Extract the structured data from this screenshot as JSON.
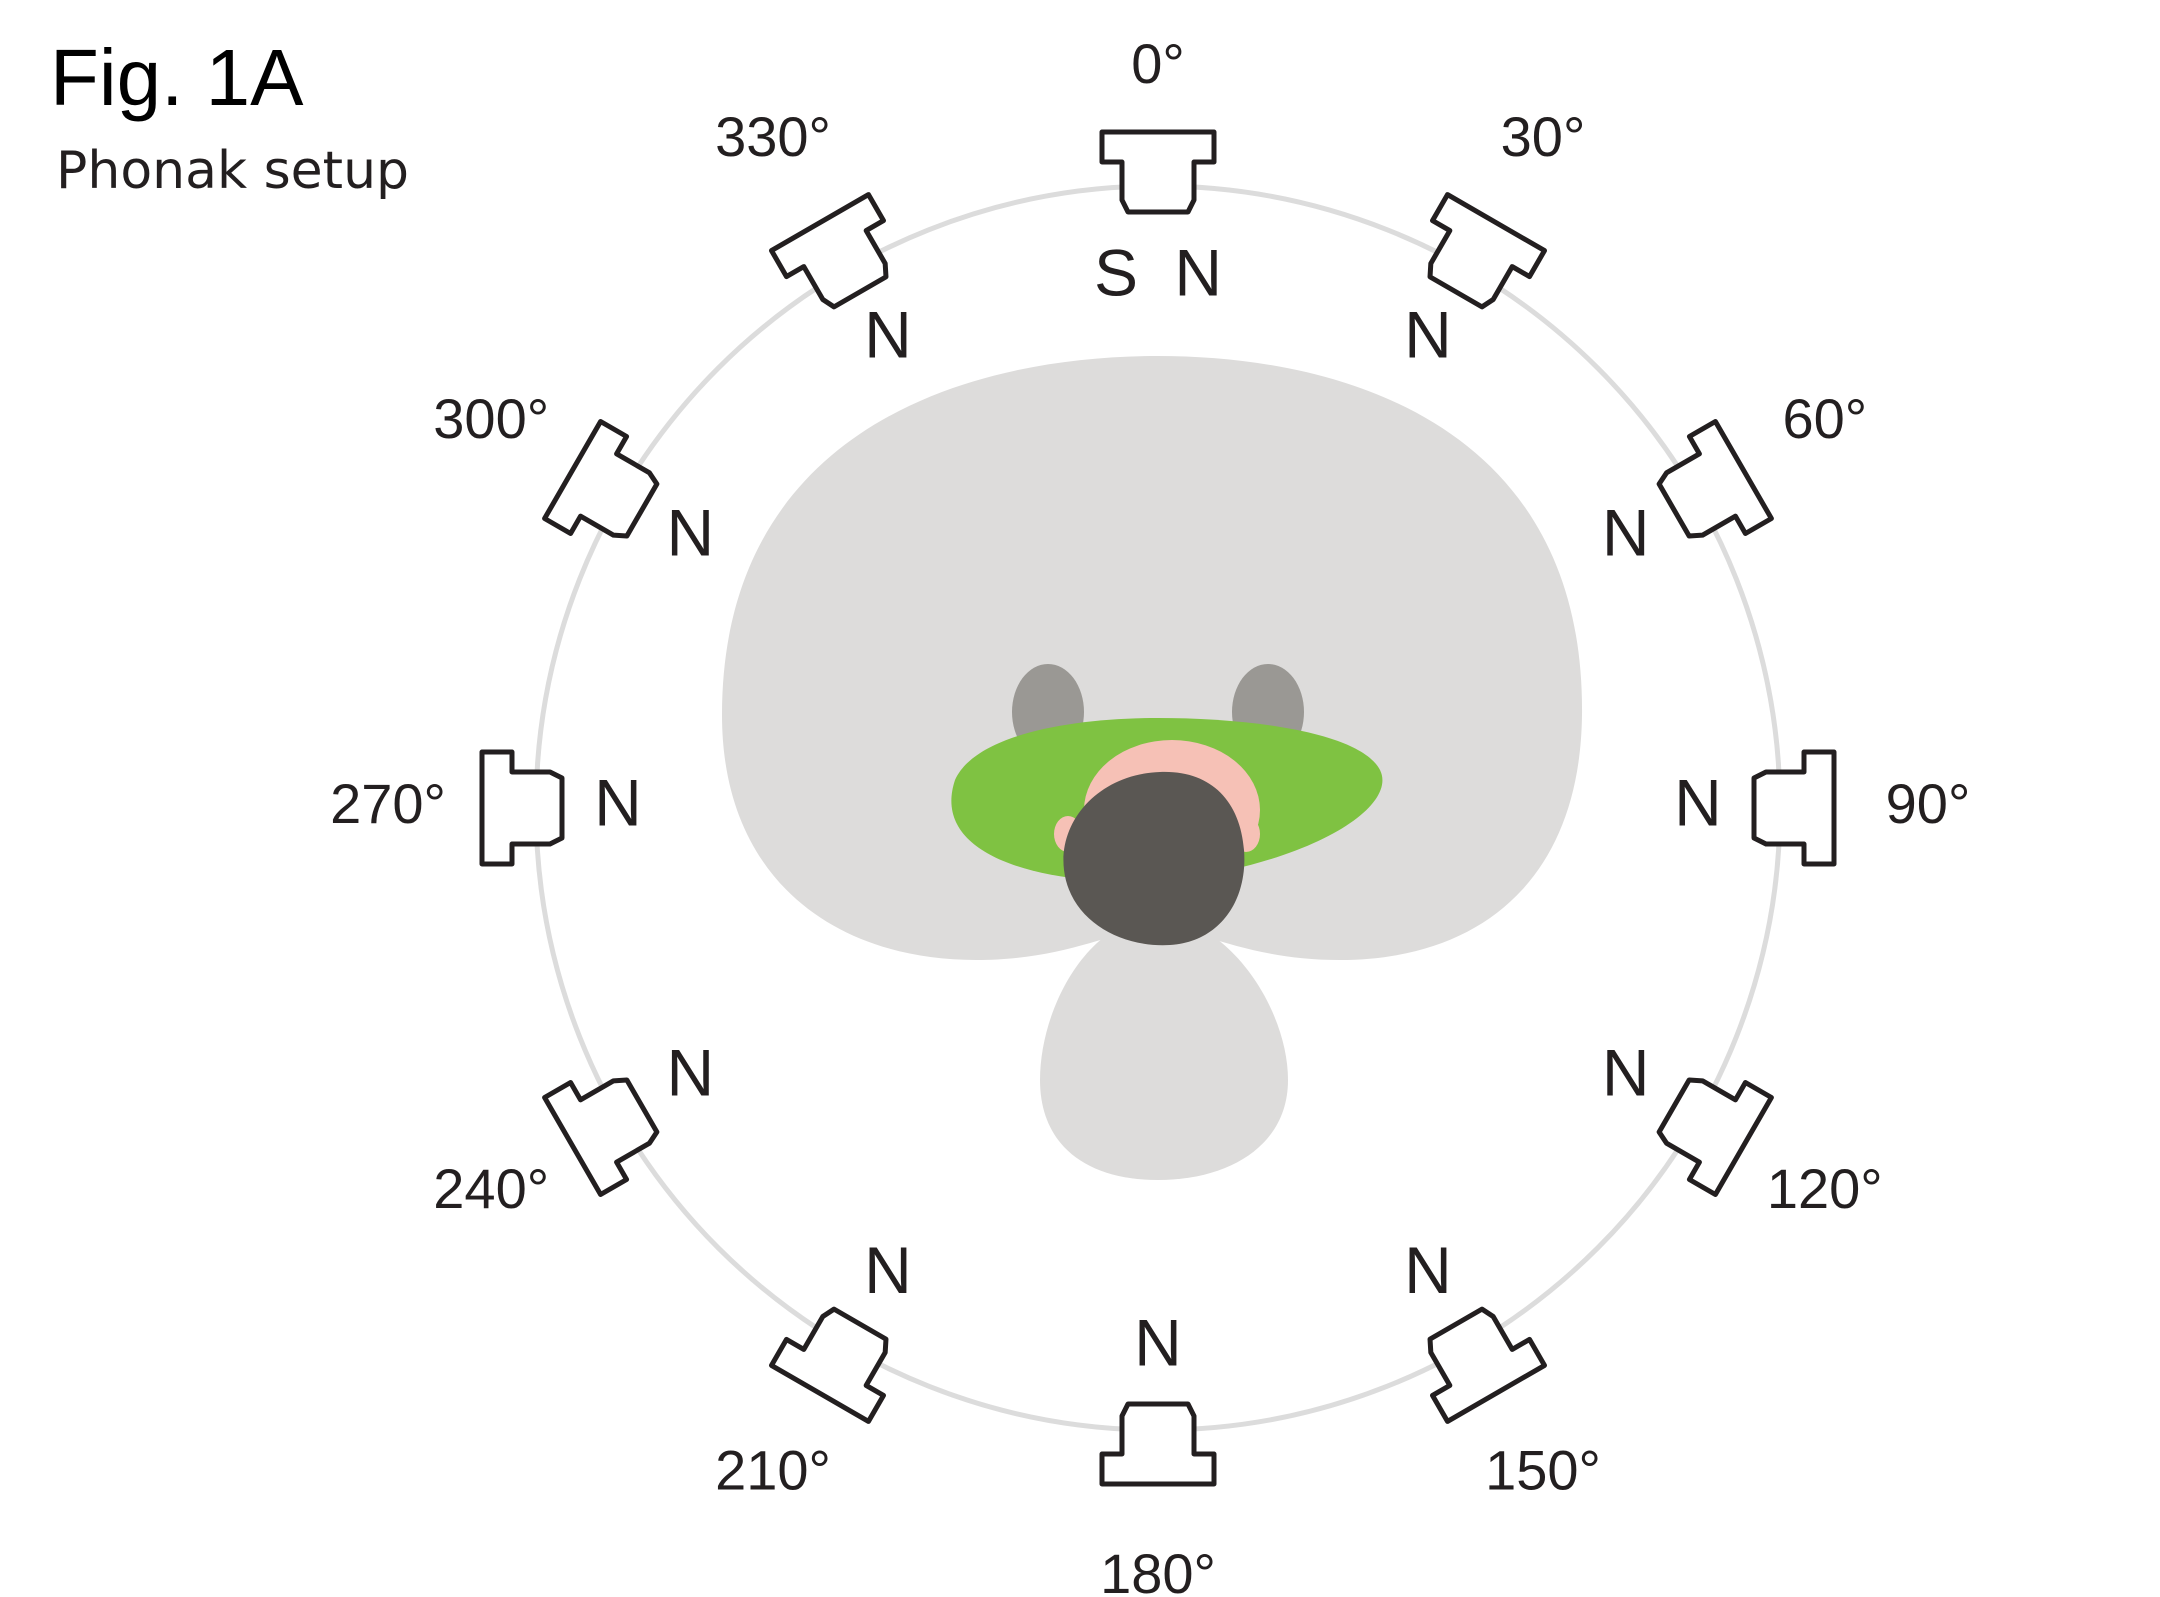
{
  "figure": {
    "title": "Fig. 1A",
    "subtitle": "Phonak setup"
  },
  "colors": {
    "ring": "#dcdcdc",
    "pattern": "#dddcdb",
    "shoulders": "#7fc242",
    "head": "#5a5753",
    "ears": "#9a9894",
    "skin": "#f6c1b6",
    "speaker_stroke": "#231f20"
  },
  "speakers": [
    {
      "angle": 0,
      "angle_label": "0°",
      "markers": "S N"
    },
    {
      "angle": 30,
      "angle_label": "30°",
      "markers": "N"
    },
    {
      "angle": 60,
      "angle_label": "60°",
      "markers": "N"
    },
    {
      "angle": 90,
      "angle_label": "90°",
      "markers": "N"
    },
    {
      "angle": 120,
      "angle_label": "120°",
      "markers": "N"
    },
    {
      "angle": 150,
      "angle_label": "150°",
      "markers": "N"
    },
    {
      "angle": 180,
      "angle_label": "180°",
      "markers": "N"
    },
    {
      "angle": 210,
      "angle_label": "210°",
      "markers": "N"
    },
    {
      "angle": 240,
      "angle_label": "240°",
      "markers": "N"
    },
    {
      "angle": 270,
      "angle_label": "270°",
      "markers": "N"
    },
    {
      "angle": 300,
      "angle_label": "300°",
      "markers": "N"
    },
    {
      "angle": 330,
      "angle_label": "330°",
      "markers": "N"
    }
  ]
}
